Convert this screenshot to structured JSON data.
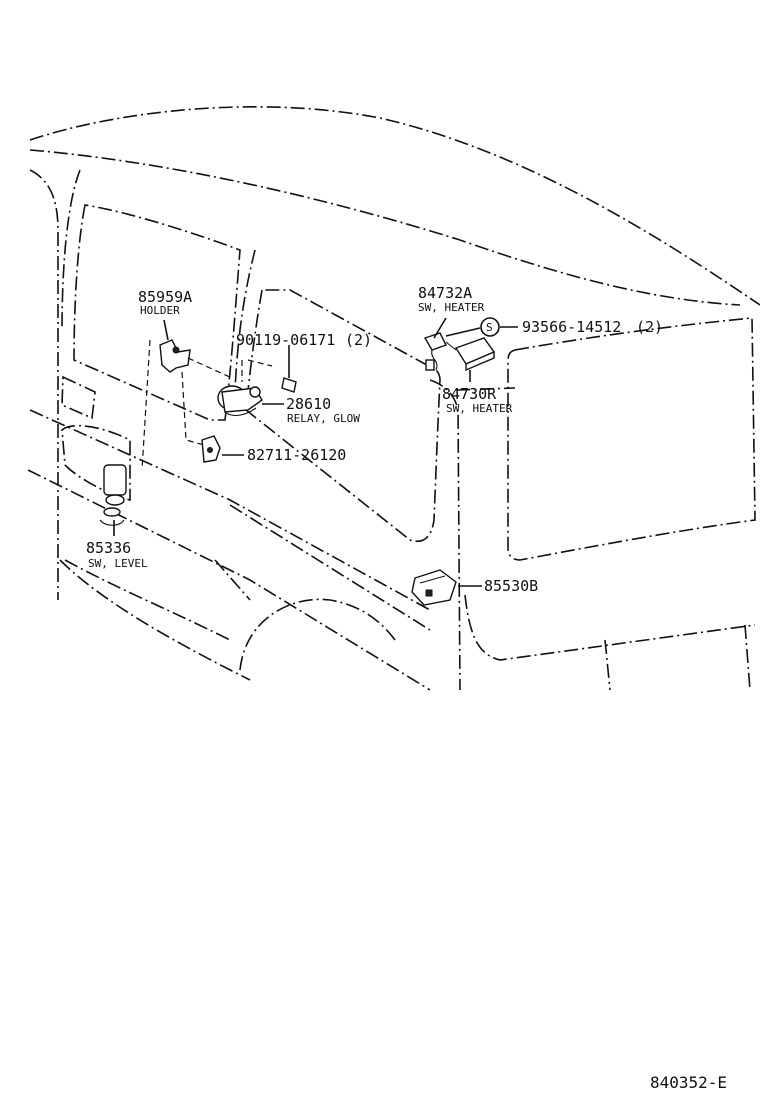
{
  "diagram_id": "840352-E",
  "parts": [
    {
      "number": "85959A",
      "name": "HOLDER"
    },
    {
      "number": "90119-06171",
      "qty": "(2)"
    },
    {
      "number": "28610",
      "name": "RELAY, GLOW"
    },
    {
      "number": "82711-26120"
    },
    {
      "number": "85336",
      "name": "SW, LEVEL"
    },
    {
      "number": "84732A",
      "name": "SW, HEATER"
    },
    {
      "number": "93566-14512",
      "qty": "(2)",
      "marker": "S"
    },
    {
      "number": "84730R",
      "name": "SW, HEATER"
    },
    {
      "number": "85530B"
    }
  ]
}
